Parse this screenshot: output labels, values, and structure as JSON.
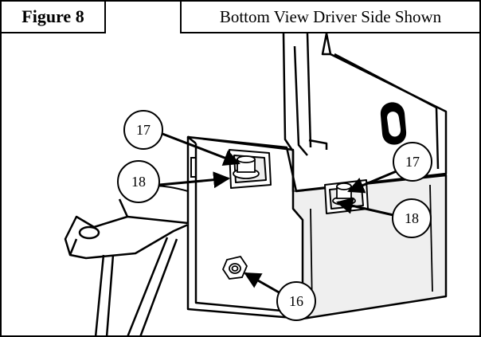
{
  "header": {
    "figure_label": "Figure 8",
    "view_caption": "Bottom View Driver Side Shown"
  },
  "callouts": [
    {
      "id": "c17a",
      "label": "17"
    },
    {
      "id": "c18a",
      "label": "18"
    },
    {
      "id": "c17b",
      "label": "17"
    },
    {
      "id": "c18b",
      "label": "18"
    },
    {
      "id": "c16",
      "label": "16"
    }
  ],
  "colors": {
    "line": "#000000",
    "background": "#ffffff",
    "shade": "#dcdcdc"
  }
}
